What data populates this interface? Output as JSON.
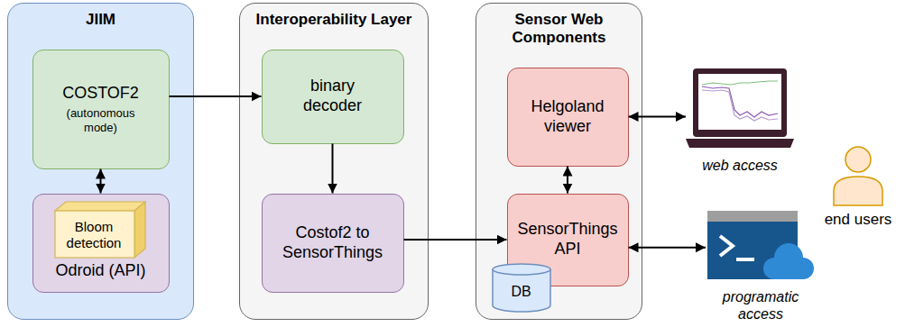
{
  "diagram": {
    "nodes": [
      {
        "text": [
          "JIIM"
        ]
      },
      {
        "text": [
          "COSTOF2",
          "(autonomous mode)"
        ],
        "in": 0
      },
      {
        "text": [
          "Odroid (API)"
        ],
        "in": 0
      },
      {
        "text": [
          "Bloom detection"
        ],
        "in": 2
      },
      {
        "text": [
          "Interoperability Layer"
        ]
      },
      {
        "text": [
          "binary decoder"
        ],
        "in": 4
      },
      {
        "text": [
          "Costof2 to SensorThings"
        ],
        "in": 4
      },
      {
        "text": [
          "Sensor Web Components"
        ]
      },
      {
        "text": [
          "Helgoland viewer"
        ],
        "in": 7
      },
      {
        "text": [
          "SensorThings API"
        ],
        "in": 7
      },
      {
        "text": [
          "DB"
        ],
        "in": 7
      },
      {
        "text": [
          "web access"
        ]
      },
      {
        "text": [
          "programatic access"
        ]
      },
      {
        "text": [
          "end users"
        ]
      }
    ],
    "edges": [
      {
        "from": 1,
        "to": 2,
        "arrow": "both"
      },
      {
        "from": 1,
        "to": 5,
        "arrow": "to"
      },
      {
        "from": 5,
        "to": 6,
        "arrow": "to"
      },
      {
        "from": 6,
        "to": 9,
        "arrow": "to"
      },
      {
        "from": 8,
        "to": 9,
        "arrow": "both"
      },
      {
        "from": 8,
        "to": 11,
        "arrow": "both"
      },
      {
        "from": 9,
        "to": 12,
        "arrow": "both"
      }
    ]
  }
}
